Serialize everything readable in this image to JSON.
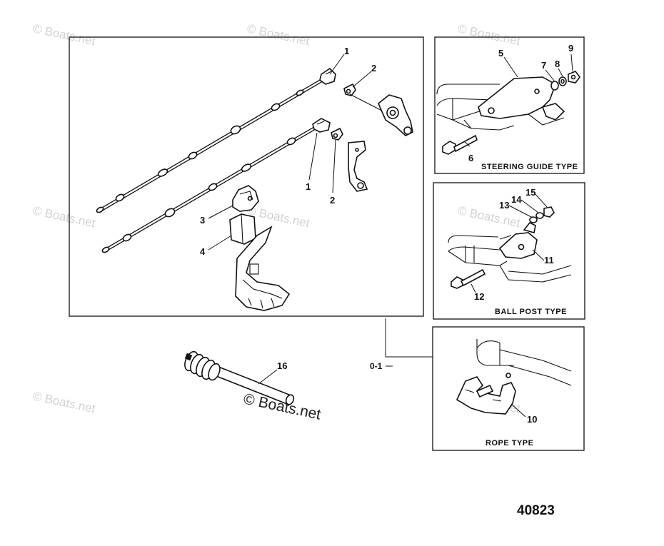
{
  "watermark": "© Boats.net",
  "watermark_center": "© Boats.net",
  "figure_code": "40823",
  "link_label": "0-1",
  "panels": {
    "steering_guide": {
      "caption": "STEERING GUIDE TYPE"
    },
    "ball_post": {
      "caption": "BALL POST TYPE"
    },
    "rope": {
      "caption": "ROPE TYPE"
    }
  },
  "callouts": {
    "c1a": "1",
    "c2a": "2",
    "c1b": "1",
    "c2b": "2",
    "c3": "3",
    "c4": "4",
    "c5": "5",
    "c6": "6",
    "c7": "7",
    "c8": "8",
    "c9": "9",
    "c10": "10",
    "c11": "11",
    "c12": "12",
    "c13": "13",
    "c14": "14",
    "c15": "15",
    "c16": "16"
  }
}
